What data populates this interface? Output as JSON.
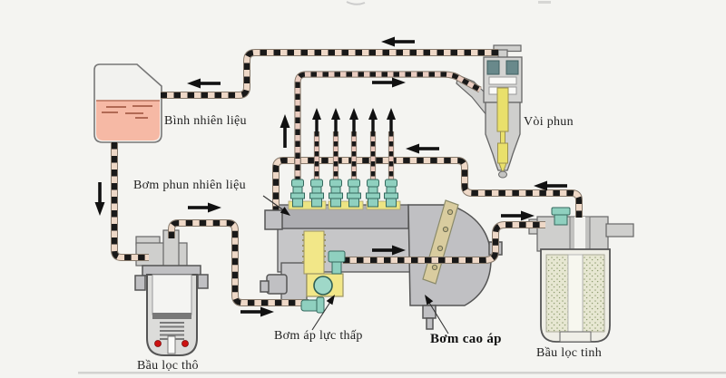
{
  "diagram": {
    "type": "diesel-fuel-system-schematic",
    "labels": {
      "fuel_tank": "Bình nhiên liệu",
      "injector": "Vòi phun",
      "injection_pump": "Bơm phun nhiên liệu",
      "low_pressure_pump": "Bơm áp lực thấp",
      "high_pressure_pump": "Bơm cao áp",
      "coarse_filter": "Bầu lọc thô",
      "fine_filter": "Bầu lọc tinh"
    },
    "flow_arrows": [
      {
        "name": "return-line-top",
        "direction": "left"
      },
      {
        "name": "return-to-tank",
        "direction": "left"
      },
      {
        "name": "tank-outlet",
        "direction": "down"
      },
      {
        "name": "coarse-filter-outlet",
        "direction": "right"
      },
      {
        "name": "low-pressure-pump-inlet",
        "direction": "right"
      },
      {
        "name": "low-pressure-pump-outlet",
        "direction": "right"
      },
      {
        "name": "to-fine-filter",
        "direction": "right"
      },
      {
        "name": "fine-filter-return",
        "direction": "left"
      },
      {
        "name": "to-fuel-gallery",
        "direction": "left"
      },
      {
        "name": "to-injector",
        "direction": "right"
      },
      {
        "name": "delivery-pipes-up",
        "direction": "up",
        "count": 6
      }
    ],
    "colors": {
      "fuel": "#f6b9a5",
      "pipe_dash": "#191919",
      "pipe_base": "#eed8c7",
      "fitting_teal": "#8fd0bf",
      "pump_yellow": "#f2e788",
      "needle_yellow": "#e9e06b",
      "lever_tan": "#d9cc9f",
      "drain_red": "#cc1111",
      "body_gray": "#c6c6c8"
    }
  }
}
